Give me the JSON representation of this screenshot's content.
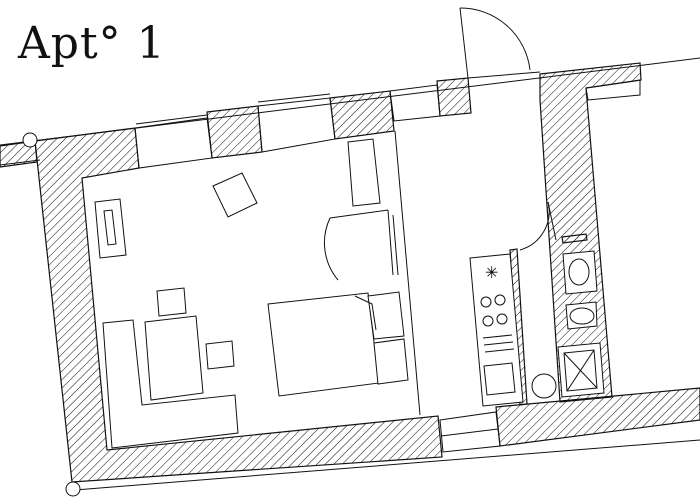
{
  "title": "Apt° 1",
  "colors": {
    "line": "#111111",
    "background": "#ffffff"
  },
  "elements": [
    "walls-hatched",
    "windows",
    "doors",
    "bed",
    "armchair",
    "desk",
    "table",
    "chairs",
    "sofa",
    "kitchen-counter",
    "stove",
    "sink",
    "washbasin",
    "toilet",
    "shower",
    "boiler"
  ]
}
